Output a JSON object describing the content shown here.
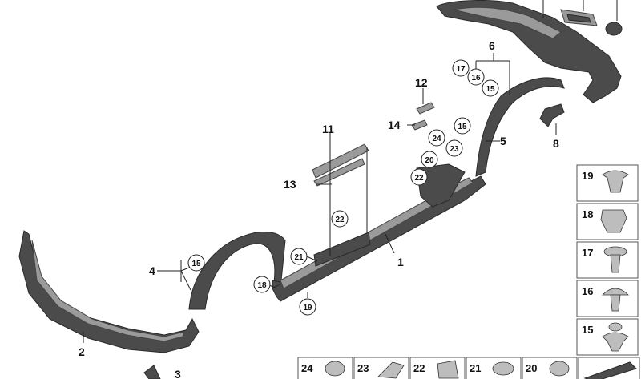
{
  "labels": {
    "p1": "1",
    "p2": "2",
    "p3": "3",
    "p4": "4",
    "p5": "5",
    "p6": "6",
    "p8": "8",
    "p11": "11",
    "p12": "12",
    "p13": "13",
    "p14": "14"
  },
  "callouts": {
    "c15a": "15",
    "c15b": "15",
    "c15c": "15",
    "c16": "16",
    "c17": "17",
    "c18": "18",
    "c19": "19",
    "c20": "20",
    "c21": "21",
    "c22a": "22",
    "c22b": "22",
    "c23": "23",
    "c24": "24"
  },
  "fastener_tiles_right": [
    "19",
    "18",
    "17",
    "16",
    "15"
  ],
  "fastener_tiles_bottom": [
    "24",
    "23",
    "22",
    "21",
    "20"
  ]
}
